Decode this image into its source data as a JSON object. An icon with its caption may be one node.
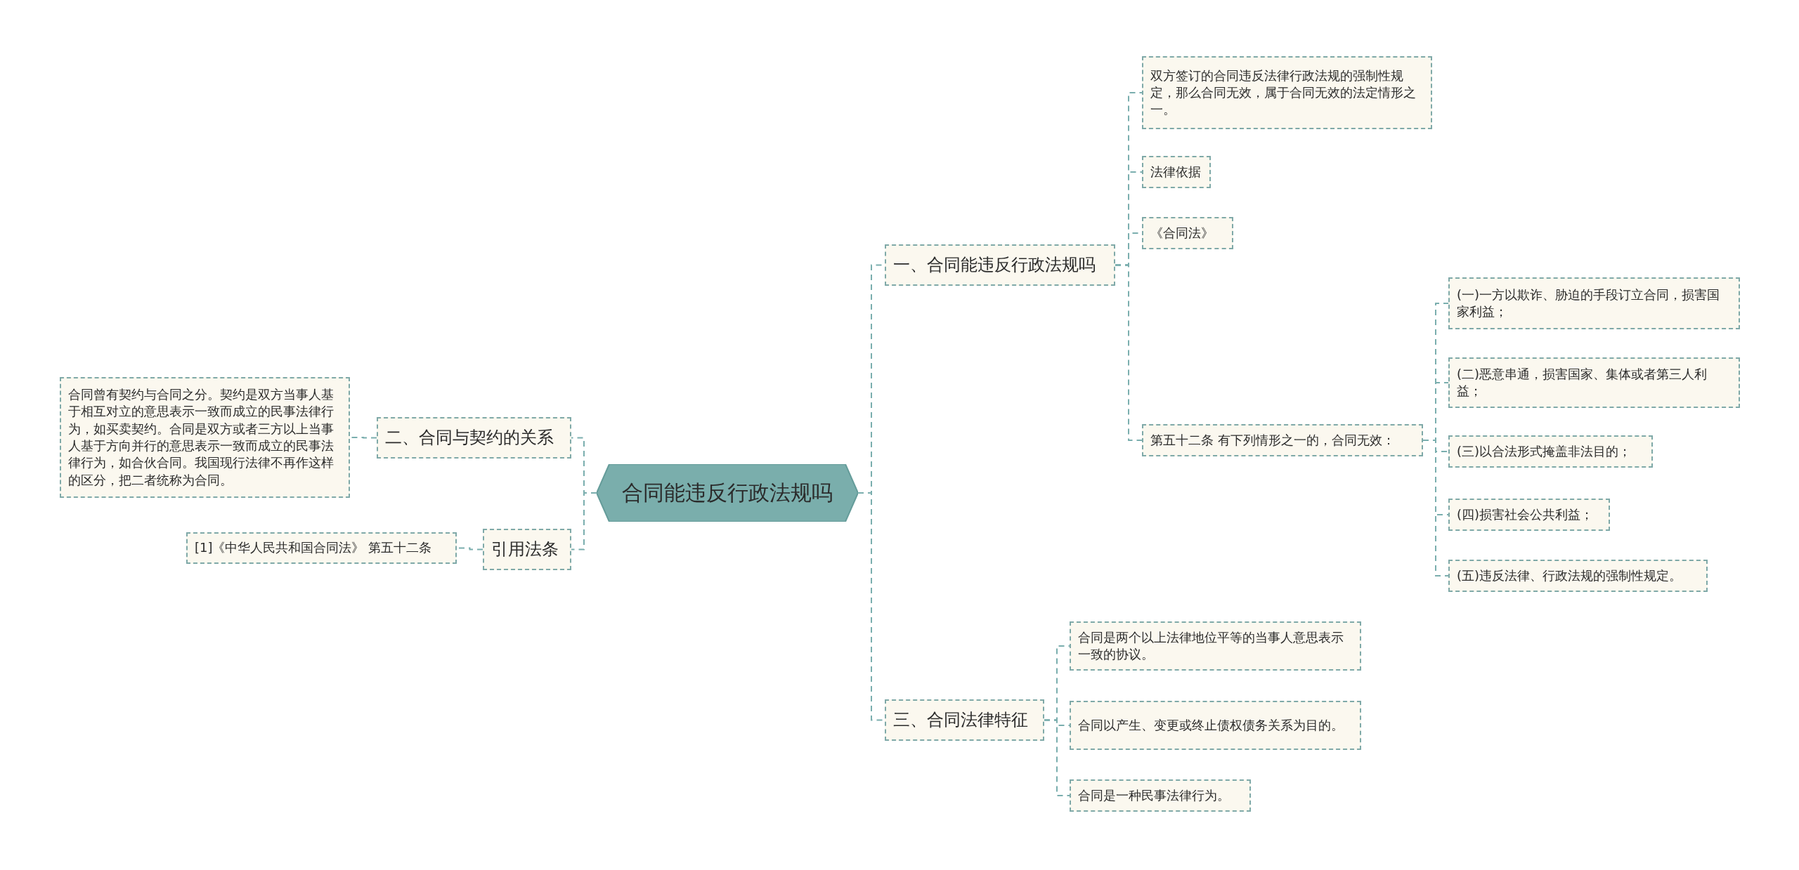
{
  "diagram": {
    "nodes": [
      {
        "text": [
          "合同能违反行政法规吗"
        ]
      },
      {
        "text": [
          "一、合同能违反行政法规吗"
        ]
      },
      {
        "text": [
          "双方签订的合同违反法律行政法规的强制性规定，那么合同无效，属于合同无效的法定情形之一。"
        ]
      },
      {
        "text": [
          "法律依据"
        ]
      },
      {
        "text": [
          "《合同法》"
        ]
      },
      {
        "text": [
          "第五十二条 有下列情形之一的，合同无效："
        ]
      },
      {
        "text": [
          "(一)一方以欺诈、胁迫的手段订立合同，损害国家利益；"
        ]
      },
      {
        "text": [
          "(二)恶意串通，损害国家、集体或者第三人利益；"
        ]
      },
      {
        "text": [
          "(三)以合法形式掩盖非法目的；"
        ]
      },
      {
        "text": [
          "(四)损害社会公共利益；"
        ]
      },
      {
        "text": [
          "(五)违反法律、行政法规的强制性规定。"
        ]
      },
      {
        "text": [
          "三、合同法律特征"
        ]
      },
      {
        "text": [
          "合同是两个以上法律地位平等的当事人意思表示一致的协议。"
        ]
      },
      {
        "text": [
          "合同以产生、变更或终止债权债务关系为目的。"
        ]
      },
      {
        "text": [
          "合同是一种民事法律行为。"
        ]
      },
      {
        "text": [
          "二、合同与契约的关系"
        ]
      },
      {
        "text": [
          "合同曾有契约与合同之分。契约是双方当事人基于相互对立的意思表示一致而成立的民事法律行为，如买卖契约。合同是双方或者三方以上当事人基于方向并行的意思表示一致而成立的民事法律行为，如合伙合同。我国现行法律不再作这样的区分，把二者统称为合同。"
        ]
      },
      {
        "text": [
          "引用法条"
        ]
      },
      {
        "text": [
          "[1]《中华人民共和国合同法》 第五十二条"
        ]
      }
    ],
    "edges": [
      {
        "from": 0,
        "to": 1,
        "arrow": "none"
      },
      {
        "from": 0,
        "to": 11,
        "arrow": "none"
      },
      {
        "from": 0,
        "to": 15,
        "arrow": "none"
      },
      {
        "from": 0,
        "to": 17,
        "arrow": "none"
      },
      {
        "from": 1,
        "to": 2,
        "arrow": "none"
      },
      {
        "from": 1,
        "to": 3,
        "arrow": "none"
      },
      {
        "from": 1,
        "to": 4,
        "arrow": "none"
      },
      {
        "from": 1,
        "to": 5,
        "arrow": "none"
      },
      {
        "from": 5,
        "to": 6,
        "arrow": "none"
      },
      {
        "from": 5,
        "to": 7,
        "arrow": "none"
      },
      {
        "from": 5,
        "to": 8,
        "arrow": "none"
      },
      {
        "from": 5,
        "to": 9,
        "arrow": "none"
      },
      {
        "from": 5,
        "to": 10,
        "arrow": "none"
      },
      {
        "from": 11,
        "to": 12,
        "arrow": "none"
      },
      {
        "from": 11,
        "to": 13,
        "arrow": "none"
      },
      {
        "from": 11,
        "to": 14,
        "arrow": "none"
      },
      {
        "from": 15,
        "to": 16,
        "arrow": "none"
      },
      {
        "from": 17,
        "to": 18,
        "arrow": "none"
      }
    ]
  }
}
